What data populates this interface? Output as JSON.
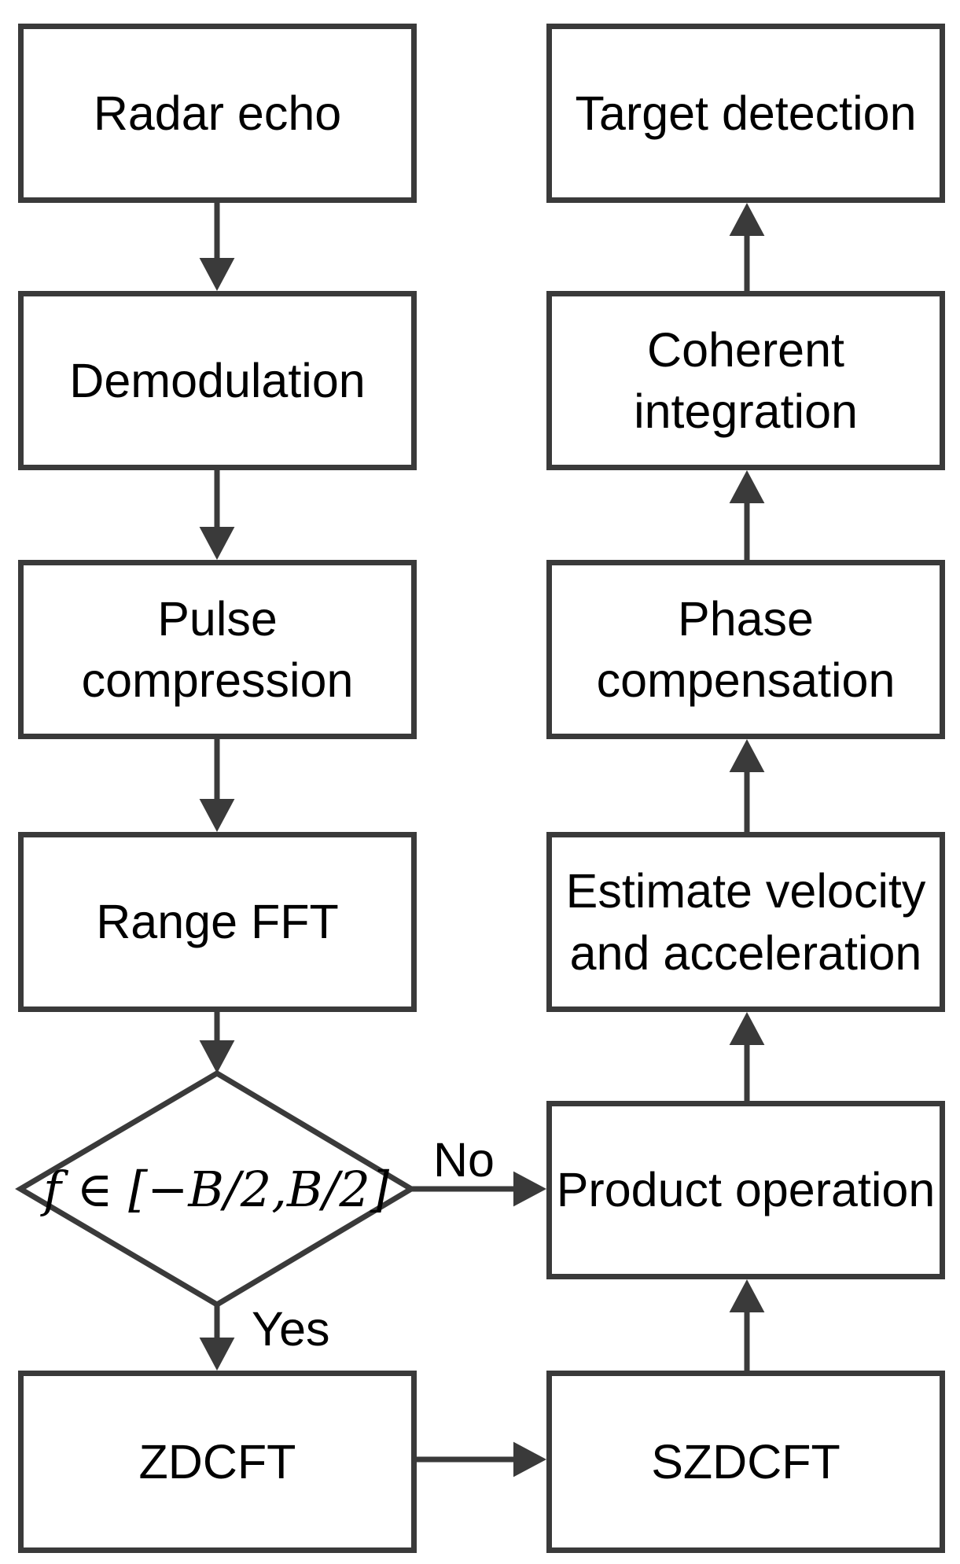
{
  "figure": {
    "background_color": "#ffffff",
    "stroke_color": "#3a3a3a",
    "text_color": "#000000",
    "type": "flowchart"
  },
  "nodes": {
    "radar_echo": {
      "label": "Radar echo",
      "shape": "rectangle"
    },
    "demodulation": {
      "label": "Demodulation",
      "shape": "rectangle"
    },
    "pulse_compression": {
      "label": "Pulse compression",
      "shape": "rectangle"
    },
    "range_fft": {
      "label": "Range FFT",
      "shape": "rectangle"
    },
    "frequency_check": {
      "label": "f ∈ [−B/2,B/2]",
      "shape": "diamond"
    },
    "zdcft": {
      "label": "ZDCFT",
      "shape": "rectangle"
    },
    "szdcft": {
      "label": "SZDCFT",
      "shape": "rectangle"
    },
    "product_operation": {
      "label": "Product operation",
      "shape": "rectangle"
    },
    "estimate_velocity_acceleration": {
      "label": "Estimate velocity and acceleration",
      "shape": "rectangle"
    },
    "phase_compensation": {
      "label": "Phase compensation",
      "shape": "rectangle"
    },
    "coherent_integration": {
      "label": "Coherent integration",
      "shape": "rectangle"
    },
    "target_detection": {
      "label": "Target detection",
      "shape": "rectangle"
    }
  },
  "edge_labels": {
    "yes": "Yes",
    "no": "No"
  },
  "edges": [
    {
      "from": "radar_echo",
      "to": "demodulation",
      "label": ""
    },
    {
      "from": "demodulation",
      "to": "pulse_compression",
      "label": ""
    },
    {
      "from": "pulse_compression",
      "to": "range_fft",
      "label": ""
    },
    {
      "from": "range_fft",
      "to": "frequency_check",
      "label": ""
    },
    {
      "from": "frequency_check",
      "to": "zdcft",
      "label": "Yes"
    },
    {
      "from": "frequency_check",
      "to": "product_operation",
      "label": "No"
    },
    {
      "from": "zdcft",
      "to": "szdcft",
      "label": ""
    },
    {
      "from": "szdcft",
      "to": "product_operation",
      "label": ""
    },
    {
      "from": "product_operation",
      "to": "estimate_velocity_acceleration",
      "label": ""
    },
    {
      "from": "estimate_velocity_acceleration",
      "to": "phase_compensation",
      "label": ""
    },
    {
      "from": "phase_compensation",
      "to": "coherent_integration",
      "label": ""
    },
    {
      "from": "coherent_integration",
      "to": "target_detection",
      "label": ""
    }
  ]
}
